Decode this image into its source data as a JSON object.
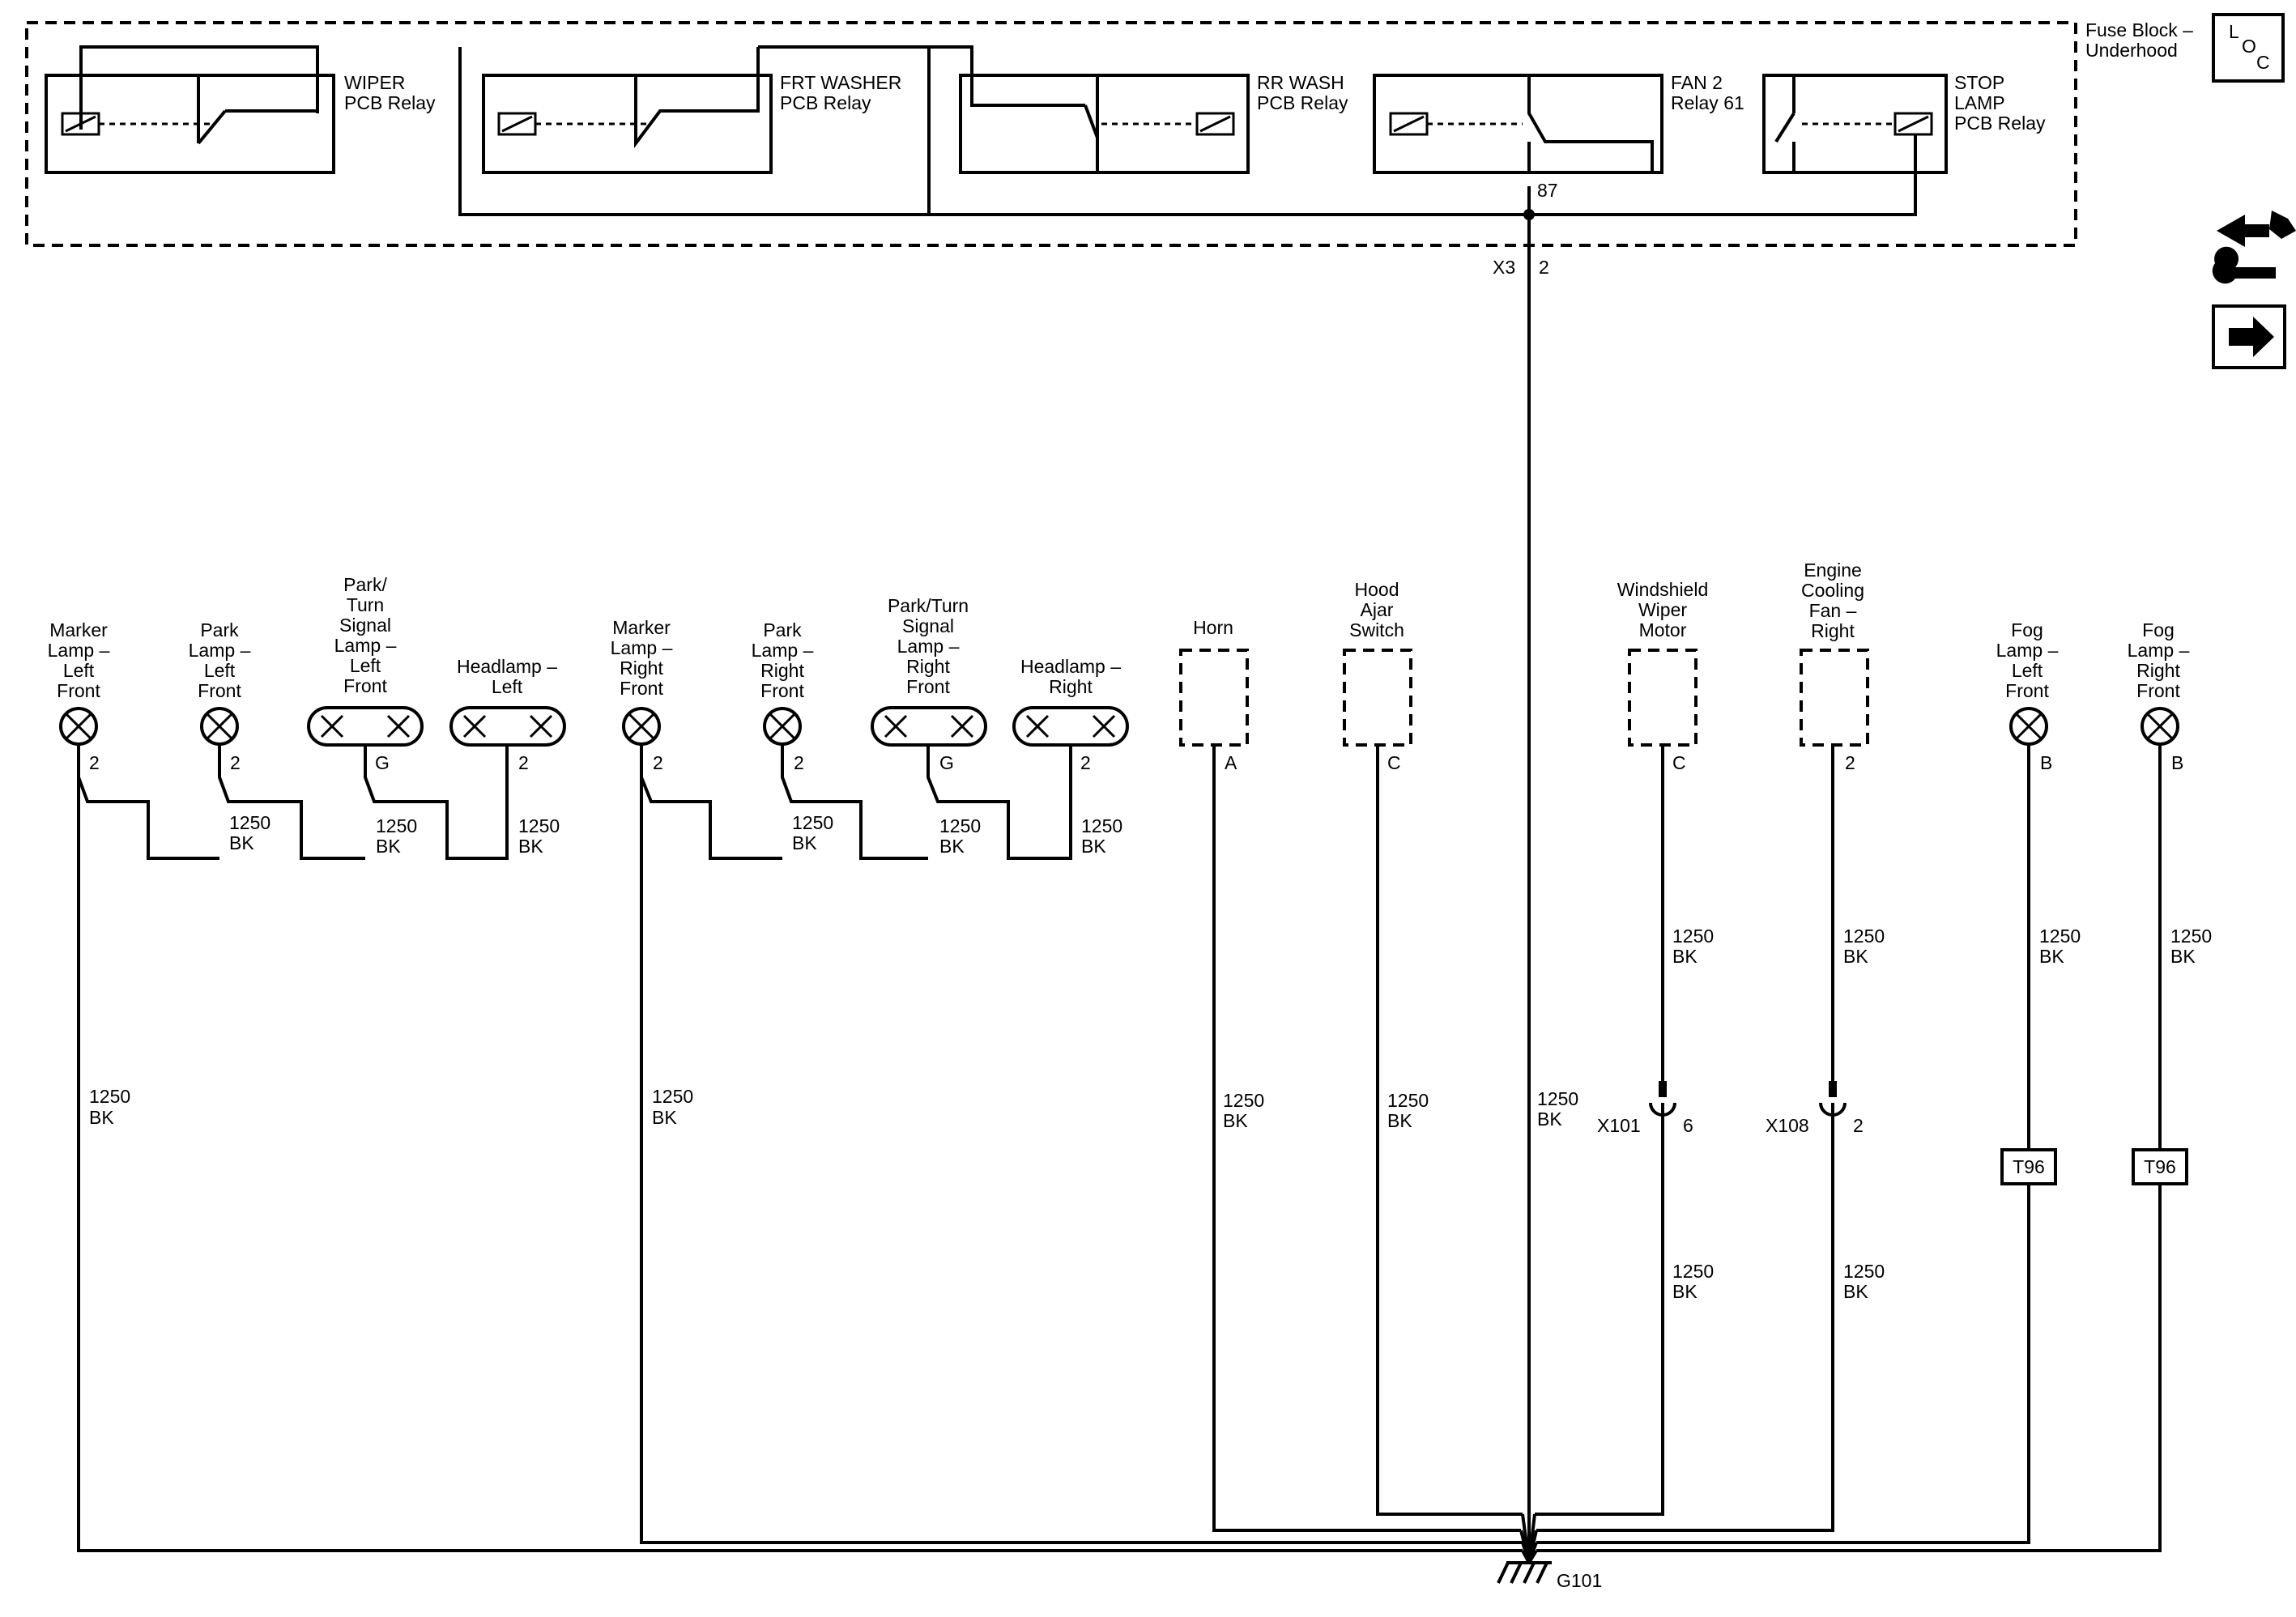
{
  "fuse_block": {
    "title_line1": "Fuse Block –",
    "title_line2": "Underhood",
    "connector": "X3",
    "connector_pin": "2",
    "relays": [
      {
        "line1": "WIPER",
        "line2": "PCB Relay"
      },
      {
        "line1": "FRT WASHER",
        "line2": "PCB Relay"
      },
      {
        "line1": "RR WASH",
        "line2": "PCB Relay"
      },
      {
        "line1": "FAN 2",
        "line2": "Relay 61",
        "pin": "87"
      },
      {
        "line1": "STOP",
        "line2": "LAMP",
        "line3": "PCB Relay"
      }
    ]
  },
  "loc_badge": {
    "l": "L",
    "o": "O",
    "c": "C"
  },
  "components": [
    {
      "lines": [
        "Marker",
        "Lamp –",
        "Left",
        "Front"
      ],
      "pin": "2"
    },
    {
      "lines": [
        "Park",
        "Lamp –",
        "Left",
        "Front"
      ],
      "pin": "2"
    },
    {
      "lines": [
        "Park/",
        "Turn",
        "Signal",
        "Lamp –",
        "Left",
        "Front"
      ],
      "pin": "G"
    },
    {
      "lines": [
        "Headlamp –",
        "Left"
      ],
      "pin": "2"
    },
    {
      "lines": [
        "Marker",
        "Lamp –",
        "Right",
        "Front"
      ],
      "pin": "2"
    },
    {
      "lines": [
        "Park",
        "Lamp –",
        "Right",
        "Front"
      ],
      "pin": "2"
    },
    {
      "lines": [
        "Park/Turn",
        "Signal",
        "Lamp –",
        "Right",
        "Front"
      ],
      "pin": "G"
    },
    {
      "lines": [
        "Headlamp –",
        "Right"
      ],
      "pin": "2"
    },
    {
      "lines": [
        "Horn"
      ],
      "pin": "A"
    },
    {
      "lines": [
        "Hood",
        "Ajar",
        "Switch"
      ],
      "pin": "C"
    },
    {
      "lines": [
        "Windshield",
        "Wiper",
        "Motor"
      ],
      "pin": "C"
    },
    {
      "lines": [
        "Engine",
        "Cooling",
        "Fan –",
        "Right"
      ],
      "pin": "2"
    },
    {
      "lines": [
        "Fog",
        "Lamp –",
        "Left",
        "Front"
      ],
      "pin": "B"
    },
    {
      "lines": [
        "Fog",
        "Lamp –",
        "Right",
        "Front"
      ],
      "pin": "B"
    }
  ],
  "wire": {
    "circuit": "1250",
    "color": "BK"
  },
  "inline_connectors": [
    {
      "name": "X101",
      "pin": "6"
    },
    {
      "name": "X108",
      "pin": "2"
    }
  ],
  "splice_label": "T96",
  "ground": "G101",
  "colors": {
    "line": "#000000",
    "background": "#ffffff"
  },
  "icons": [
    "loc-icon",
    "harness-wrench-icon",
    "next-page-arrow-icon"
  ]
}
